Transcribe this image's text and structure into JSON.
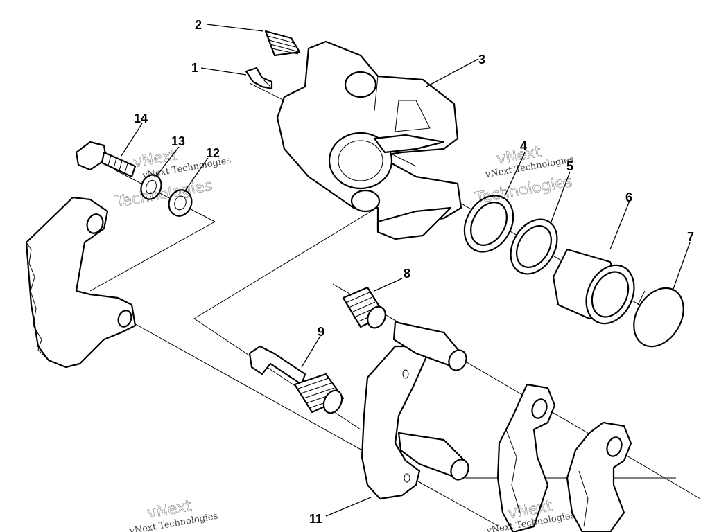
{
  "diagram": {
    "callouts": [
      "1",
      "2",
      "3",
      "4",
      "5",
      "6",
      "7",
      "8",
      "9",
      "11",
      "12",
      "13",
      "14"
    ],
    "watermark_line1": "vNext Technologies",
    "watermark_big": "vNext",
    "watermark_big2": "Technologies"
  }
}
